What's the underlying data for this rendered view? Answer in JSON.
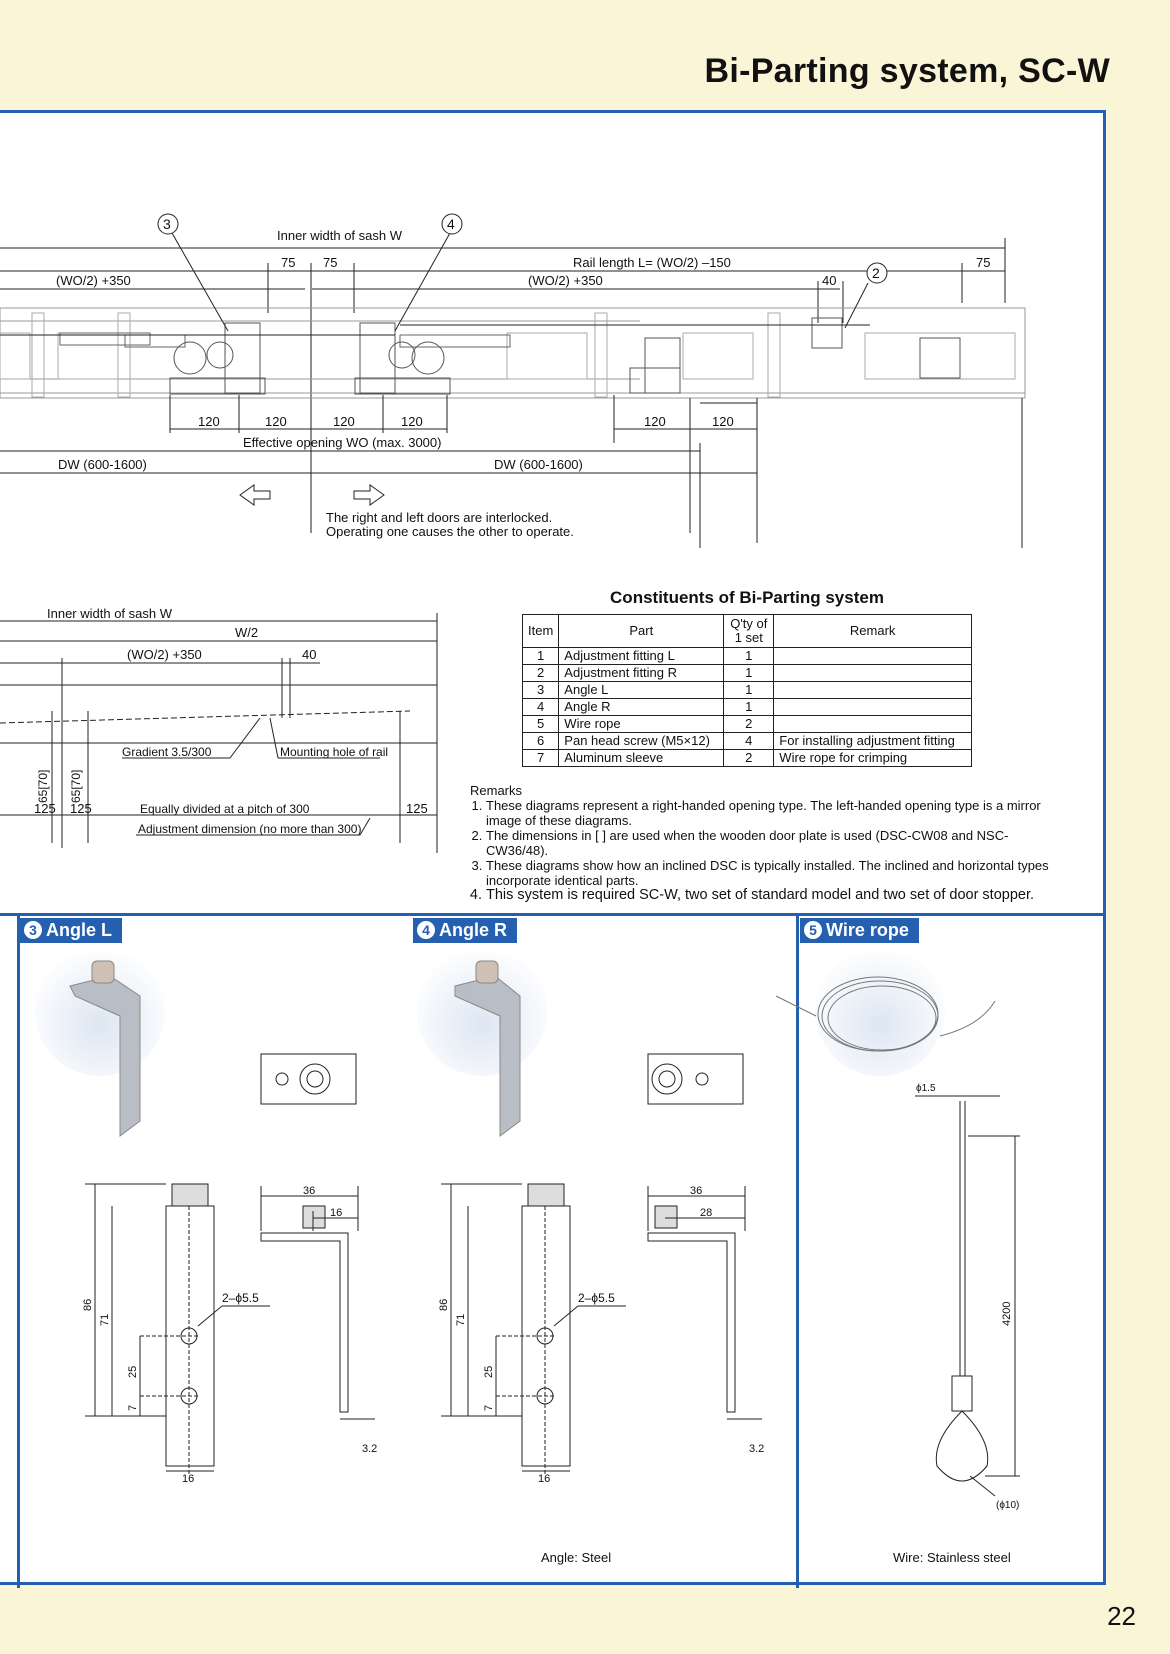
{
  "header": {
    "title": "Bi-Parting system, SC-W"
  },
  "top_diagram": {
    "callout_3": "3",
    "callout_4": "4",
    "callout_2": "2",
    "inner_width": "Inner width of sash W",
    "dim_75": "75",
    "rail_length": "Rail length  L= (WO/2) –150",
    "wo2_350": "(WO/2) +350",
    "dim_40": "40",
    "dim_120": "120",
    "effective_opening": "Effective opening WO (max. 3000)",
    "dw": "DW (600-1600)",
    "interlock_note_1": "The right and left doors are interlocked.",
    "interlock_note_2": "Operating one causes the other to operate."
  },
  "side_diagram": {
    "inner_width": "Inner width of sash W",
    "w2": "W/2",
    "wo2_350": "(WO/2) +350",
    "dim_40": "40",
    "gradient": "Gradient 3.5/300",
    "mounting_hole": "Mounting hole of rail",
    "dim_65_70": "65[70]",
    "dim_125": "125",
    "equally_divided": "Equally divided at a pitch of 300",
    "adjustment_dim": "Adjustment dimension (no more than 300)"
  },
  "constituents": {
    "title": "Constituents of Bi-Parting system",
    "headers": {
      "item": "Item",
      "part": "Part",
      "qty_1": "Q'ty of",
      "qty_2": "1 set",
      "remark": "Remark"
    },
    "rows": [
      {
        "item": "1",
        "part": "Adjustment fitting L",
        "qty": "1",
        "remark": ""
      },
      {
        "item": "2",
        "part": "Adjustment fitting R",
        "qty": "1",
        "remark": ""
      },
      {
        "item": "3",
        "part": "Angle L",
        "qty": "1",
        "remark": ""
      },
      {
        "item": "4",
        "part": "Angle R",
        "qty": "1",
        "remark": ""
      },
      {
        "item": "5",
        "part": "Wire rope",
        "qty": "2",
        "remark": ""
      },
      {
        "item": "6",
        "part": "Pan head screw (M5×12)",
        "qty": "4",
        "remark": "For installing adjustment fitting"
      },
      {
        "item": "7",
        "part": "Aluminum sleeve",
        "qty": "2",
        "remark": "Wire rope for crimping"
      }
    ]
  },
  "remarks": {
    "title": "Remarks",
    "items": [
      "These diagrams represent a right-handed opening type. The left-handed opening type is a mirror image of these diagrams.",
      "The dimensions in [  ] are used when the wooden door plate is used (DSC-CW08 and NSC-CW36/48).",
      "These diagrams show how an inclined DSC is typically installed. The inclined and horizontal types incorporate identical parts.",
      "This system is required SC-W, two set of standard model and two set of door stopper."
    ]
  },
  "sections": {
    "angle_l": {
      "num": "3",
      "label": "Angle L"
    },
    "angle_r": {
      "num": "4",
      "label": "Angle R"
    },
    "wire_rope": {
      "num": "5",
      "label": "Wire rope"
    }
  },
  "angle_dims": {
    "w36": "36",
    "w16": "16",
    "w28": "28",
    "h86": "86",
    "h71": "71",
    "h25": "25",
    "h7": "7",
    "holes": "2–ϕ5.5",
    "b16": "16",
    "t32": "3.2"
  },
  "wire_dims": {
    "d15": "ϕ1.5",
    "l4200": "4200",
    "d10": "(ϕ10)"
  },
  "captions": {
    "angle_material": "Angle: Steel",
    "wire_material": "Wire: Stainless steel"
  },
  "page_number": "22",
  "colors": {
    "frame": "#2560b0",
    "background": "#fbf5d8"
  }
}
